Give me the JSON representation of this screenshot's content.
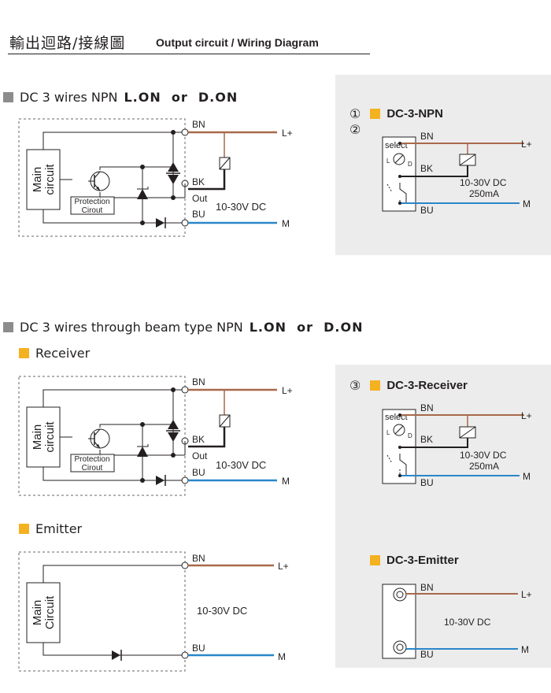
{
  "header": {
    "title_cjk": "輸出迴路/接線圖",
    "title_en": "Output circuit / Wiring Diagram"
  },
  "section1": {
    "title": "DC 3 wires NPN",
    "modes": "L.ON  or  D.ON"
  },
  "section2": {
    "title": "DC 3 wires through beam type NPN",
    "modes": "L.ON  or  D.ON",
    "receiver_title": "Receiver",
    "emitter_title": "Emitter"
  },
  "labels": {
    "bn": "BN",
    "bk": "BK",
    "bu": "BU",
    "out": "Out",
    "lplus": "L+",
    "m": "M",
    "supply": "10-30V DC",
    "current": "250mA",
    "main": "Main",
    "circuit": "circuit",
    "circuit_cap": "Circuit",
    "protection": "Protection",
    "cirout": "Cirout",
    "select": "select",
    "l": "L",
    "d": "D"
  },
  "panels": {
    "npn": {
      "numbers": [
        "①",
        "②"
      ],
      "title": "DC-3-NPN"
    },
    "receiver": {
      "number": "③",
      "title": "DC-3-Receiver"
    },
    "emitter": {
      "title": "DC-3-Emitter"
    }
  },
  "colors": {
    "brown": "#a8694a",
    "blue": "#2a86c8",
    "black": "#231f20",
    "accent": "#f4b120",
    "panel_bg": "#ececec",
    "grey_marker": "#8c8c8c"
  }
}
